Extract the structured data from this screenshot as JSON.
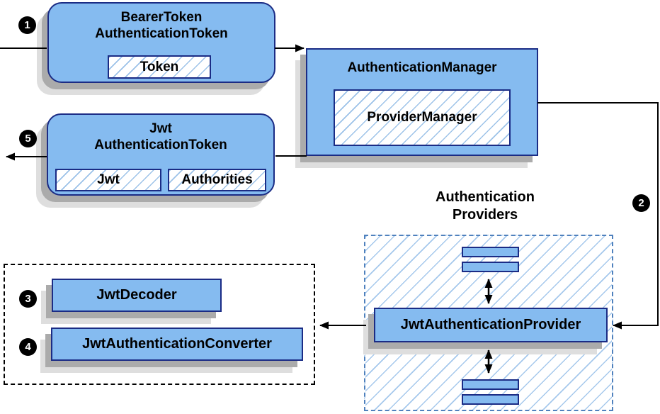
{
  "steps": {
    "s1": "1",
    "s2": "2",
    "s3": "3",
    "s4": "4",
    "s5": "5"
  },
  "bearer_box": {
    "title_line1": "BearerToken",
    "title_line2": "AuthenticationToken",
    "token_field": "Token"
  },
  "manager_box": {
    "title": "AuthenticationManager",
    "inner_field": "ProviderManager"
  },
  "jwt_box": {
    "title_line1": "Jwt",
    "title_line2": "AuthenticationToken",
    "jwt_field": "Jwt",
    "authorities_field": "Authorities"
  },
  "providers_group": {
    "label_line1": "Authentication",
    "label_line2": "Providers",
    "provider_box": "JwtAuthenticationProvider"
  },
  "decoder_group": {
    "decoder_box": "JwtDecoder",
    "converter_box": "JwtAuthenticationConverter"
  },
  "colors": {
    "node_fill": "#85BBF0",
    "node_border": "#1B2C85",
    "hatch_line": "#9CC2E8",
    "providers_dash_border": "#4F81BD",
    "decoder_dash_border": "#000000",
    "shadow_dark": "#ABABAB",
    "shadow_light": "#DEDEDE",
    "arrow": "#000000",
    "badge_fill": "#000000",
    "badge_text": "#FFFFFF"
  }
}
